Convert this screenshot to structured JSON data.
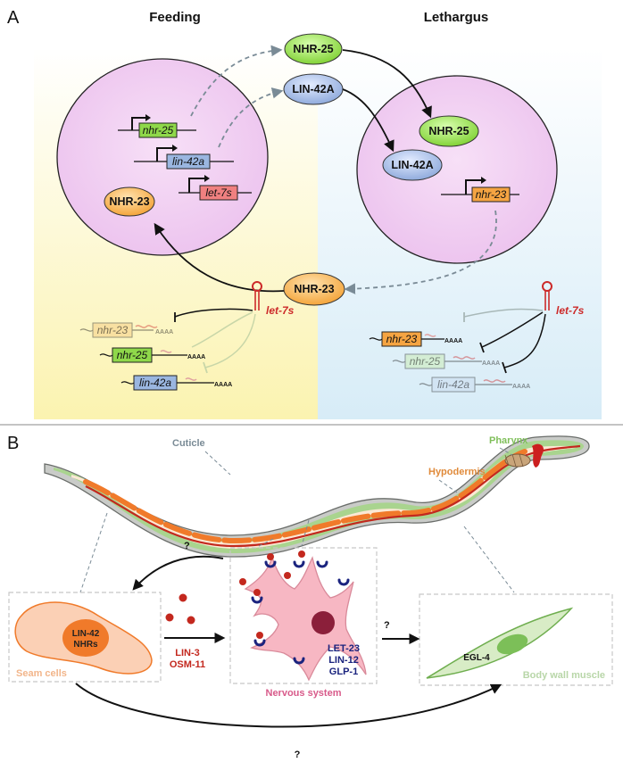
{
  "panel_a": {
    "letter": "A",
    "headers": {
      "left": "Feeding",
      "right": "Lethargus"
    },
    "feeding_genes": [
      "nhr-25",
      "lin-42a",
      "let-7s"
    ],
    "feeding_protein": "NHR-23",
    "lethargus_proteins": [
      "NHR-25",
      "LIN-42A"
    ],
    "lethargus_gene": "nhr-23",
    "top_proteins": [
      "NHR-25",
      "LIN-42A"
    ],
    "shuttle_protein": "NHR-23",
    "mirna": "let-7s",
    "poly_a": "AAAA",
    "feeding_targets": [
      "nhr-23",
      "nhr-25",
      "lin-42a"
    ],
    "lethargus_targets": [
      "nhr-23",
      "nhr-25",
      "lin-42a"
    ],
    "colors": {
      "nhr25": "#8fd84a",
      "lin42a": "#9ab6e0",
      "let7": "#f08080",
      "nhr23": "#f5a442",
      "cell": "#f0cdf2",
      "feeding_bg": "#fbf6c6",
      "lethargus_bg": "#e2f0f8",
      "mirna": "#cc2a2a"
    }
  },
  "panel_b": {
    "letter": "B",
    "labels": {
      "cuticle": "Cuticle",
      "pharynx": "Pharynx",
      "hypodermis": "Hypodermis",
      "seam_cells": "Seam cells",
      "nervous_system": "Nervous system",
      "body_wall_muscle": "Body wall muscle"
    },
    "seam_nucleus": [
      "LIN-42",
      "NHRs"
    ],
    "ligands": [
      "LIN-3",
      "OSM-11"
    ],
    "receptors": [
      "LET-23",
      "LIN-12",
      "GLP-1"
    ],
    "muscle_gene": "EGL-4",
    "question_marks": [
      "?",
      "?",
      "?"
    ]
  }
}
